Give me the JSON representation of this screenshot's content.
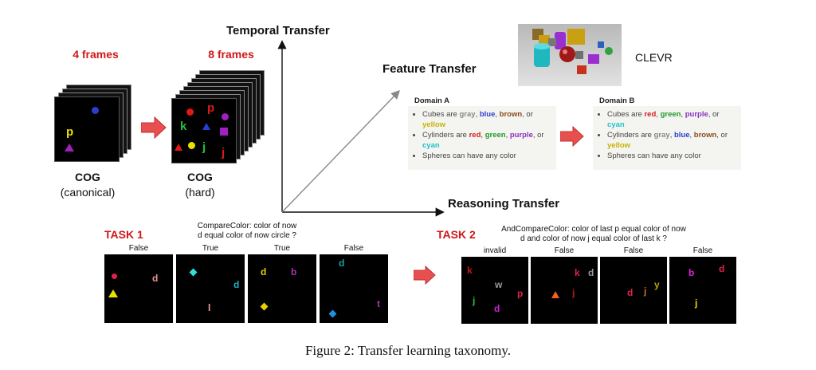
{
  "canonical": {
    "frames_label": "4 frames",
    "title": "COG",
    "subtitle": "(canonical)"
  },
  "hard": {
    "frames_label": "8 frames",
    "title": "COG",
    "subtitle": "(hard)"
  },
  "axes": {
    "temporal": "Temporal Transfer",
    "feature": "Feature Transfer",
    "reasoning": "Reasoning Transfer"
  },
  "clevr_label": "CLEVR",
  "domain_a": {
    "title": "Domain A",
    "line1_pre": "Cubes are ",
    "line1_c1": "gray",
    "line1_s1": ", ",
    "line1_c2": "blue",
    "line1_s2": ", ",
    "line1_c3": "brown",
    "line1_s3": ", or ",
    "line1_c4": "yellow",
    "line2_pre": "Cylinders are ",
    "line2_c1": "red",
    "line2_s1": ", ",
    "line2_c2": "green",
    "line2_s2": ", ",
    "line2_c3": "purple",
    "line2_s3": ", or ",
    "line2_c4": "cyan",
    "line3": "Spheres can have any color"
  },
  "domain_b": {
    "title": "Domain B",
    "line1_pre": "Cubes are ",
    "line1_c1": "red",
    "line1_s1": ", ",
    "line1_c2": "green",
    "line1_s2": ", ",
    "line1_c3": "purple",
    "line1_s3": ", or ",
    "line1_c4": "cyan",
    "line2_pre": "Cylinders are ",
    "line2_c1": "gray",
    "line2_s1": ", ",
    "line2_c2": "blue",
    "line2_s2": ", ",
    "line2_c3": "brown",
    "line2_s3": ", or ",
    "line2_c4": "yellow",
    "line3": "Spheres can have any color"
  },
  "task1": {
    "title": "TASK 1",
    "question_line1": "CompareColor: color of now",
    "question_line2": "d equal color of now circle ?",
    "labels": [
      "False",
      "True",
      "True",
      "False"
    ]
  },
  "task2": {
    "title": "TASK 2",
    "question_line1": "AndCompareColor: color of last p equal color of now",
    "question_line2": "d and color of now j equal color of last k ?",
    "labels": [
      "invalid",
      "False",
      "False",
      "False"
    ]
  },
  "glyphs": {
    "canon_p": "p",
    "hard_k": "k",
    "hard_p": "p",
    "hard_j1": "j",
    "hard_j2": "j",
    "t1_d1": "d",
    "t1_d2": "d",
    "t1_l": "l",
    "t1_d3": "d",
    "t1_b": "b",
    "t1_d4": "d",
    "t1_t": "t",
    "t2_k1": "k",
    "t2_w": "w",
    "t2_p": "p",
    "t2_j1": "j",
    "t2_d1": "d",
    "t2_k2": "k",
    "t2_d2": "d",
    "t2_y": "y",
    "t2_j2": "j",
    "t2_d3": "d",
    "t2_d4": "d",
    "t2_b": "b",
    "t2_j3": "j"
  },
  "caption": "Figure 2: Transfer learning taxonomy.",
  "colors": {
    "accent_red": "#d01818",
    "arrow_red": "#e85050",
    "gray": "#888888",
    "blue": "#2a3fd0",
    "brown": "#8b4a1c",
    "yellow": "#c9b300",
    "red": "#d42020",
    "green": "#1f9a2a",
    "purple": "#8a2fc0",
    "cyan": "#22c0d0"
  }
}
